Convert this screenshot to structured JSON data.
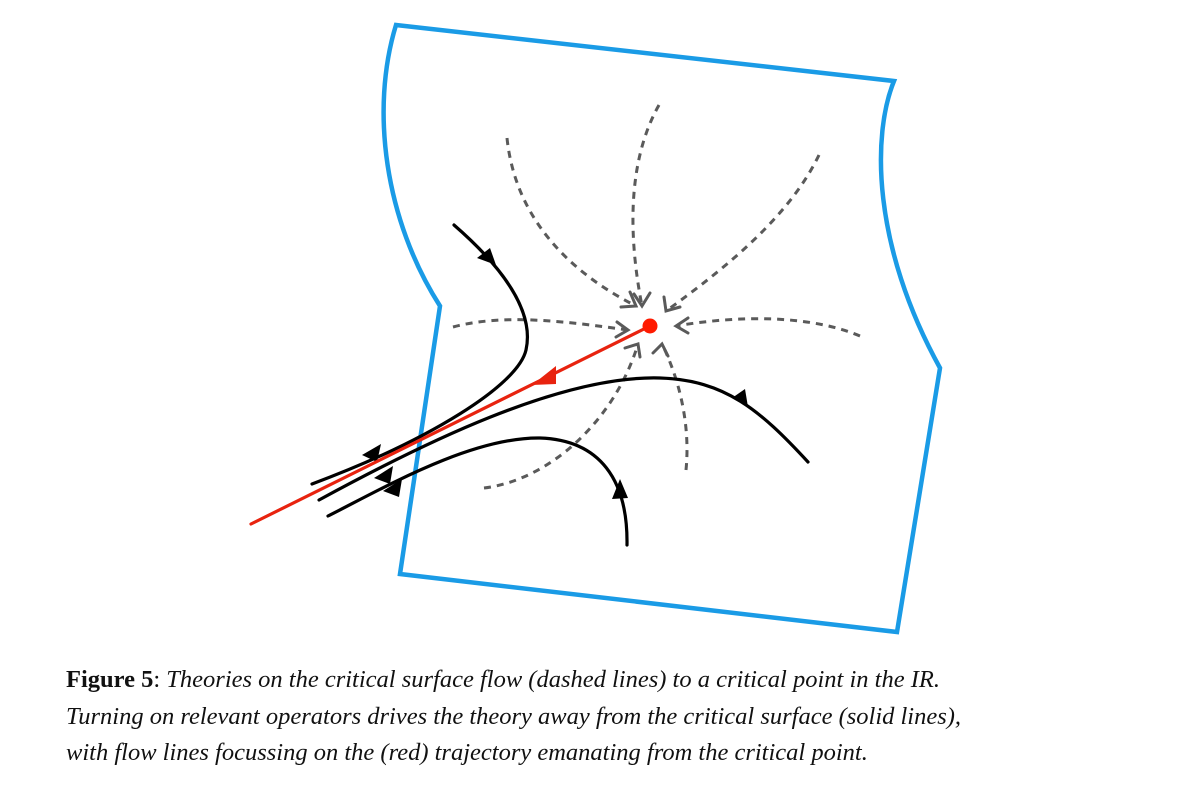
{
  "figure": {
    "label": "Figure 5",
    "separator": ": ",
    "caption_line_1": "Theories on the critical surface flow (dashed lines) to a critical point in the IR.",
    "caption_line_2": "Turning on relevant operators drives the theory away from the critical surface (solid lines),",
    "caption_line_3": "with flow lines focussing on the (red) trajectory emanating from the critical point."
  },
  "colors": {
    "surface_outline": "#1a9be6",
    "dashed_flow": "#5a5a5a",
    "solid_flow": "#000000",
    "red_trajectory": "#e8230f",
    "critical_point": "#ff1a00"
  }
}
